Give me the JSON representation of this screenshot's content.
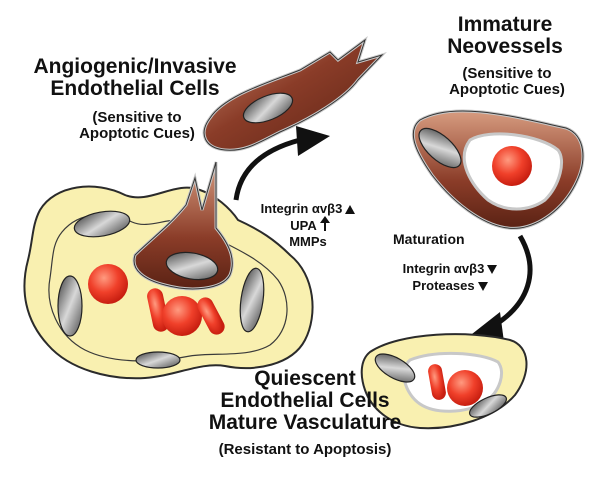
{
  "labels": {
    "angiogenic_title_1": "Angiogenic/Invasive",
    "angiogenic_title_2": "Endothelial Cells",
    "angiogenic_sub_1": "(Sensitive to",
    "angiogenic_sub_2": "Apoptotic Cues)",
    "immature_title_1": "Immature",
    "immature_title_2": "Neovessels",
    "immature_sub_1": "(Sensitive to",
    "immature_sub_2": "Apoptotic Cues)",
    "quiescent_title_1": "Quiescent",
    "quiescent_title_2": "Endothelial Cells",
    "quiescent_title_3": "Mature Vasculature",
    "quiescent_sub": "(Resistant to Apoptosis)",
    "integrin_up": "Integrin αvβ3",
    "upa": "UPA",
    "mmps": "MMPs",
    "maturation": "Maturation",
    "integrin_down": "Integrin αvβ3",
    "proteases": "Proteases"
  },
  "colors": {
    "tissue": "#f9f0b0",
    "endothelial": "#8a3c28",
    "rbc": "#e8301e",
    "outline": "#c8c8c8",
    "nucleus": "#6a6a6a"
  }
}
